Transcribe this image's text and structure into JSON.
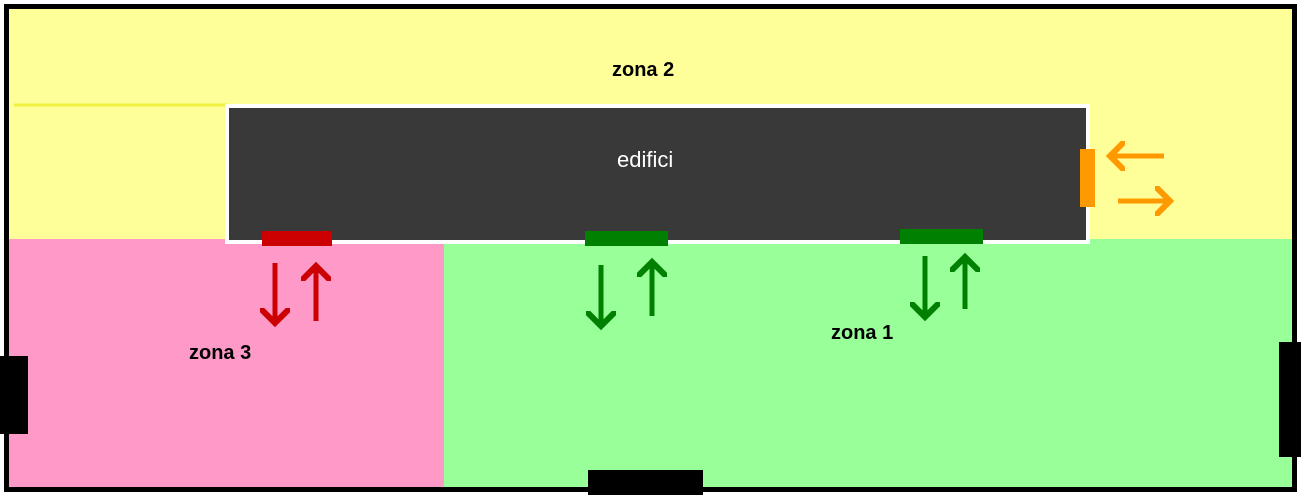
{
  "zones": {
    "zone2": {
      "label": "zona 2",
      "color": "#ffff99"
    },
    "zone1": {
      "label": "zona 1",
      "color": "#99ff99"
    },
    "zone3": {
      "label": "zona 3",
      "color": "#ff99c8"
    }
  },
  "building": {
    "label": "edifici",
    "color": "#3a3939",
    "outline": "#ffffff"
  },
  "exits": {
    "red": "#cc0000",
    "green": "#008000",
    "orange": "#ff9900"
  },
  "colors": {
    "border": "#000000",
    "gate": "#000000"
  }
}
